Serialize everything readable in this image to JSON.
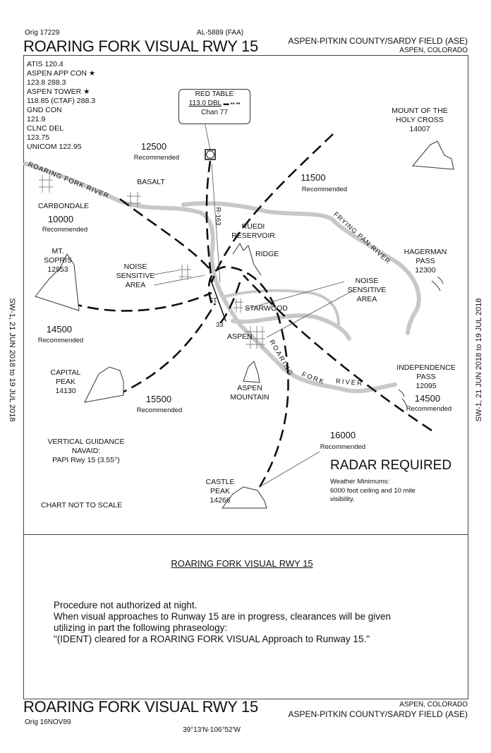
{
  "header": {
    "orig": "Orig 17229",
    "doc_id": "AL-5889 (FAA)",
    "title": "ROARING FORK VISUAL RWY 15",
    "airport": "ASPEN-PITKIN COUNTY/SARDY FIELD (ASE)",
    "location": "ASPEN, COLORADO"
  },
  "frequencies": [
    "ATIS 120.4",
    "ASPEN APP CON ★",
    "123.8  288.3",
    "ASPEN TOWER ★",
    "118.85 (CTAF)  288.3",
    "GND CON",
    "121.9",
    "CLNC DEL",
    "123.75",
    "UNICOM 122.95"
  ],
  "navaid": {
    "name": "RED TABLE",
    "freq": "113.0 DBL",
    "morse": "▬ ▪▪ ▪▪",
    "chan": "Chan 77",
    "radial": "R-163"
  },
  "map_labels": {
    "alt_12500": "12500",
    "rec": "Recommended",
    "basalt": "BASALT",
    "carbondale": "CARBONDALE",
    "alt_10000": "10000",
    "mt_sopris": [
      "MT.",
      "SOPRIS",
      "12953"
    ],
    "noise_left": [
      "NOISE",
      "SENSITIVE",
      "AREA"
    ],
    "alt_14500_w": "14500",
    "capital_peak": [
      "CAPITAL",
      "PEAK",
      "14130"
    ],
    "alt_15500": "15500",
    "vertical_guidance": [
      "VERTICAL GUIDANCE",
      "NAVAID:",
      "PAPI Rwy 15 (3.55°)"
    ],
    "castle_peak": [
      "CASTLE",
      "PEAK",
      "14266"
    ],
    "not_to_scale": "CHART NOT TO SCALE",
    "alt_16000": "16000",
    "radar_required": "RADAR REQUIRED",
    "weather": [
      "Weather Minimums:",
      "6000 foot ceiling and 10 mile",
      "visibility."
    ],
    "independence_pass": [
      "INDEPENDENCE",
      "PASS",
      "12095"
    ],
    "alt_14500_e": "14500",
    "hagerman_pass": [
      "HAGERMAN",
      "PASS",
      "12300"
    ],
    "noise_right": [
      "NOISE",
      "SENSITIVE",
      "AREA"
    ],
    "starwood": "STARWOOD",
    "aspen": "ASPEN",
    "aspen_mountain": [
      "ASPEN",
      "MOUNTAIN"
    ],
    "ridge": "RIDGE",
    "ruedi": [
      "RUEDI",
      "RESERVOIR"
    ],
    "alt_11500": "11500",
    "holy_cross": [
      "MOUNT OF THE",
      "HOLY CROSS",
      "14007"
    ],
    "river_rf_upper": "ROARING FORK RIVER",
    "river_fp": "FRYING PAN RIVER",
    "river_rf_lower_a": "ROARING",
    "river_rf_lower_b": "FORK",
    "river_rf_lower_c": "RIVER",
    "rwy_15": "15",
    "rwy_33": "33"
  },
  "notes": {
    "title": "ROARING FORK VISUAL RWY 15",
    "lines": [
      "Procedure not authorized at night.",
      "When visual approaches to Runway 15 are in progress, clearances will be given",
      "utilizing in part the following phraseology:",
      "\"(IDENT) cleared for a ROARING FORK VISUAL Approach to Runway 15.\""
    ]
  },
  "footer": {
    "title": "ROARING FORK VISUAL RWY 15",
    "orig": "Orig 16NOV89",
    "location": "ASPEN, COLORADO",
    "airport": "ASPEN-PITKIN COUNTY/SARDY FIELD (ASE)",
    "coords": "39°13'N-106°52'W"
  },
  "validity": "SW-1,  21 JUN 2018  to  19 JUL 2018"
}
